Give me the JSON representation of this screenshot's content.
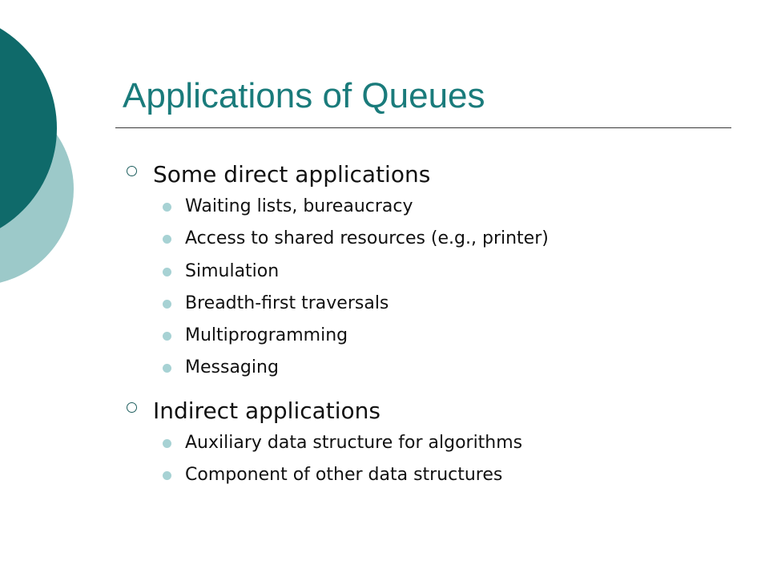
{
  "slide": {
    "title": "Applications of Queues",
    "colors": {
      "title": "#1a7b7b",
      "dark_circle": "#0f6a6a",
      "light_circle": "#9cc9c9",
      "sub_bullet": "#a7d2d4"
    },
    "sections": [
      {
        "heading": "Some direct applications",
        "bullet_icon": "hollow-circle-icon",
        "items": [
          "Waiting lists, bureaucracy",
          "Access to shared resources (e.g., printer)",
          "Simulation",
          "Breadth-first traversals",
          "Multiprogramming",
          "Messaging"
        ]
      },
      {
        "heading": "Indirect applications",
        "bullet_icon": "hollow-circle-icon",
        "items": [
          "Auxiliary data structure for algorithms",
          "Component of other data structures"
        ]
      }
    ]
  }
}
